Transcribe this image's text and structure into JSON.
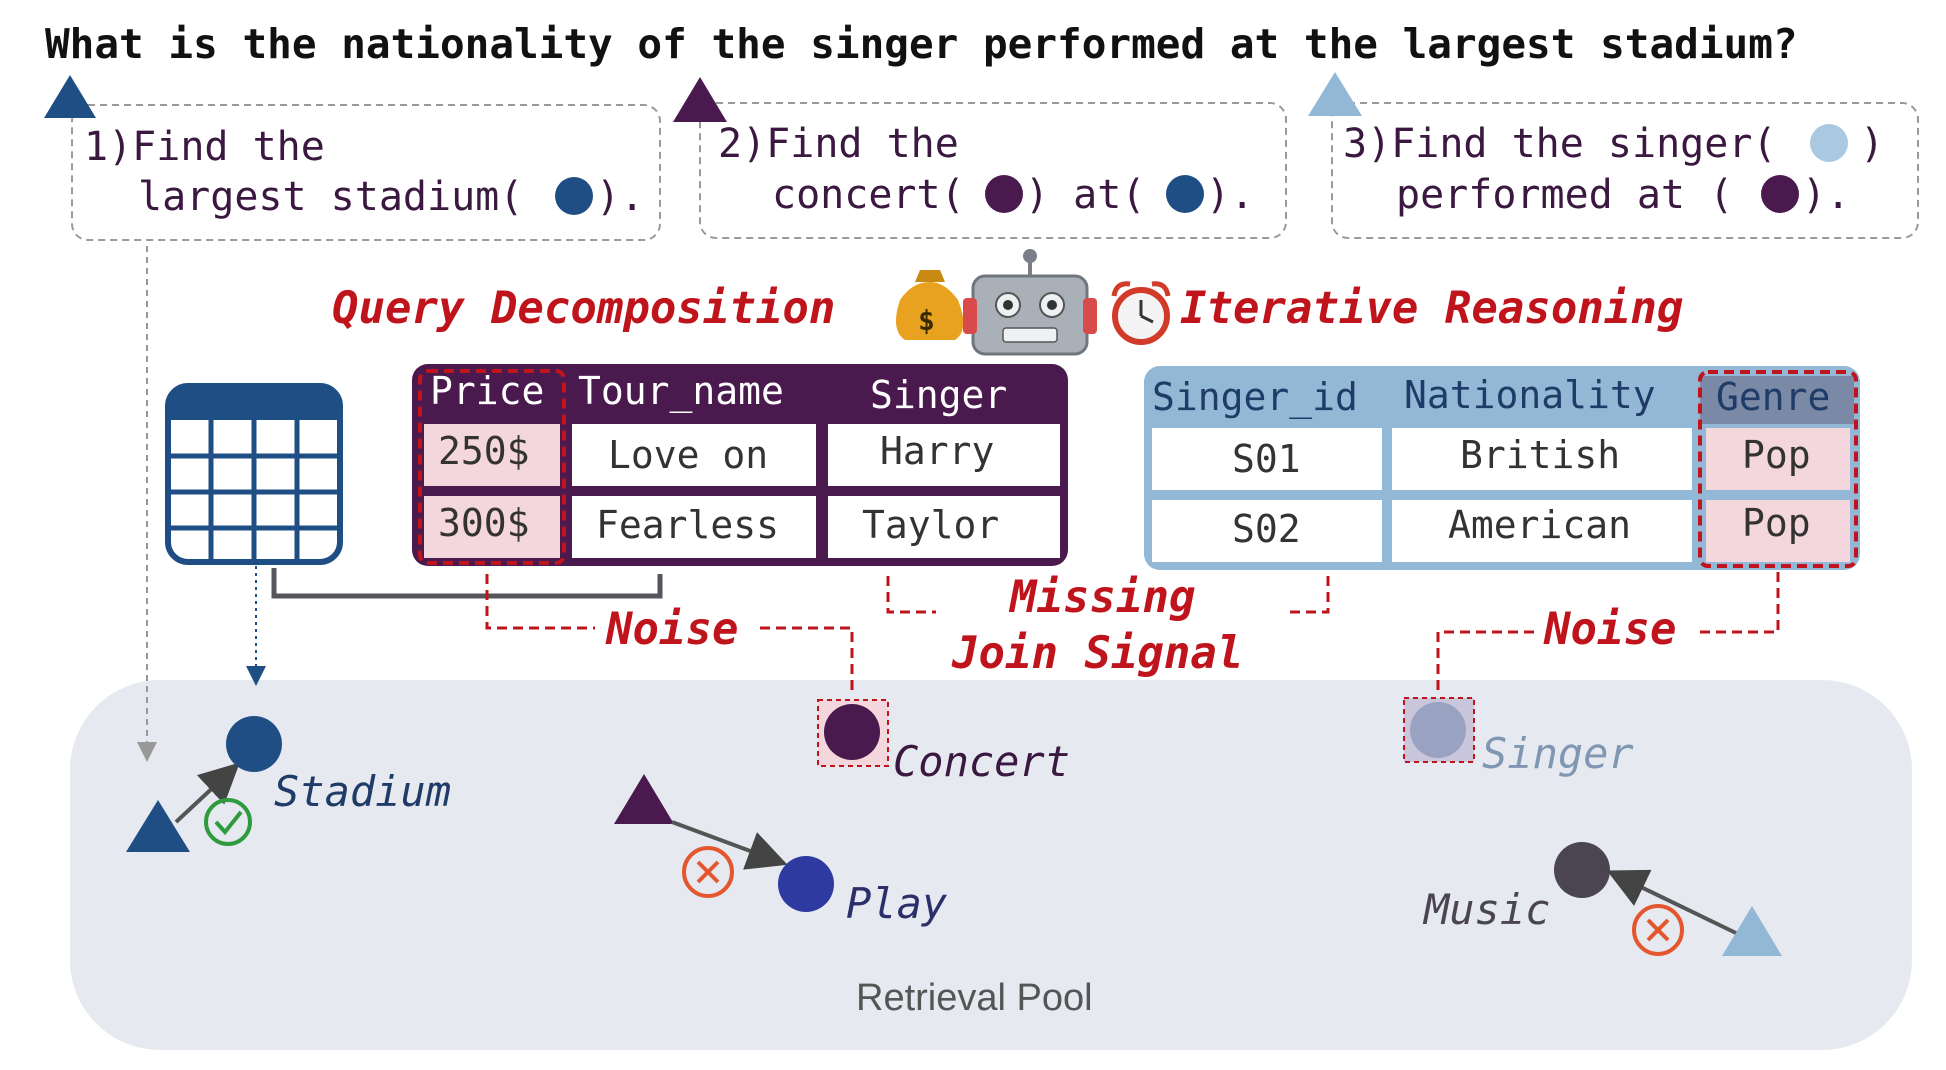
{
  "question": "What is the nationality of the singer performed at the largest stadium?",
  "steps": [
    {
      "line1": "1)Find the",
      "line2_pre": "largest stadium(",
      "line2_post": ")."
    },
    {
      "line1": "2)Find the",
      "line2_pre": "concert(",
      "line2_mid": ") at(",
      "line2_post": ")."
    },
    {
      "line1_pre": "3)Find the singer(",
      "line1_post": ")",
      "line2_pre": "performed at (",
      "line2_post": ")."
    }
  ],
  "labels": {
    "query_decomposition": "Query Decomposition",
    "iterative_reasoning": "Iterative Reasoning",
    "noise_left": "Noise",
    "noise_right": "Noise",
    "missing_line1": "Missing",
    "missing_line2": "Join Signal"
  },
  "concert_table": {
    "headers": [
      "Price",
      "Tour_name",
      "Singer"
    ],
    "rows": [
      [
        "250$",
        "Love on",
        "Harry"
      ],
      [
        "300$",
        "Fearless",
        "Taylor"
      ]
    ]
  },
  "singer_table": {
    "headers": [
      "Singer_id",
      "Nationality",
      "Genre"
    ],
    "rows": [
      [
        "S01",
        "British",
        "Pop"
      ],
      [
        "S02",
        "American",
        "Pop"
      ]
    ]
  },
  "pool": {
    "title": "Retrieval Pool",
    "stadium": "Stadium",
    "concert": "Concert",
    "singer": "Singer",
    "play": "Play",
    "music": "Music"
  },
  "colors": {
    "navy": "#1f4e85",
    "purple": "#4a1a4e",
    "lightblue": "#93b8d6",
    "red": "#c0141c",
    "pool_bg": "#e6e9f0",
    "pink": "#f4d7dc",
    "play_blue": "#2f3aa0",
    "music_gray": "#4a4550"
  },
  "icons": [
    "table-icon",
    "money-bag-icon",
    "robot-icon",
    "alarm-clock-icon",
    "check-icon",
    "cross-icon"
  ]
}
